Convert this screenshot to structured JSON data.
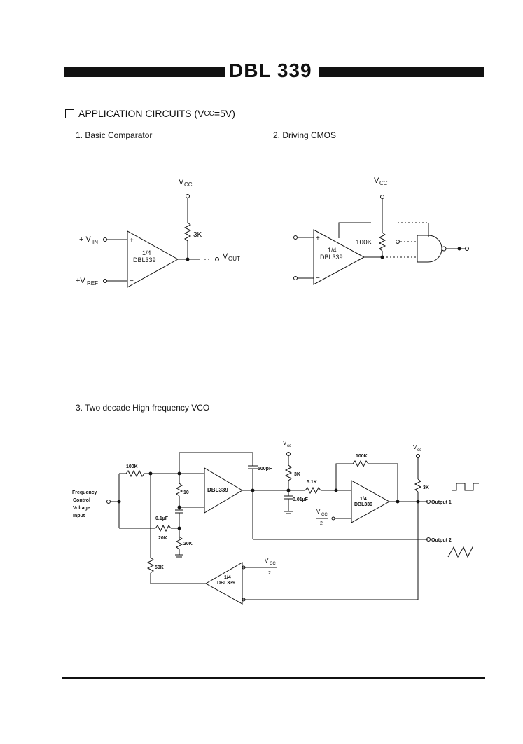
{
  "header": {
    "title": "DBL 339"
  },
  "section": {
    "title": "APPLICATION CIRCUITS (V",
    "sub": "CC",
    "suffix": " =5V)"
  },
  "captions": {
    "c1": "1. Basic Comparator",
    "c2": "2. Driving CMOS",
    "c3": "3. Two decade High frequency VCO"
  },
  "circuit1": {
    "vcc": "V",
    "vcc_sub": "CC",
    "res": "3K",
    "chip1": "1/4",
    "chip2": "DBL339",
    "vin": "+ V",
    "vin_sub": "IN",
    "vref": "+V",
    "vref_sub": "REF",
    "vout": "V",
    "vout_sub": "OUT",
    "plus": "+",
    "minus": "−"
  },
  "circuit2": {
    "vcc": "V",
    "vcc_sub": "CC",
    "res": "100K",
    "chip1": "1/4",
    "chip2": "DBL339",
    "plus": "+",
    "minus": "−"
  },
  "circuit3": {
    "vcc_a": "V",
    "vcc_a_sub": "cc",
    "vcc_b": "V",
    "vcc_b_sub": "cc",
    "r100k_a": "100K",
    "r100k_b": "100K",
    "r10": "10",
    "c01": "0.1µF",
    "r20k_a": "20K",
    "r20k_b": "20K",
    "r50k": "50K",
    "c500": "500pF",
    "r3k_a": "3K",
    "r51k": "5.1K",
    "c001": "0.01µF",
    "r3k_b": "3K",
    "chip_a": "DBL339",
    "chip_b1": "1/4",
    "chip_b2": "DBL339",
    "chip_c1": "1/4",
    "chip_c2": "DBL339",
    "vcc_half": "V",
    "vcc_half_sub": "CC",
    "half": "2",
    "vcc_half2": "V",
    "vcc_half2_sub": "CC",
    "half2": "2",
    "in1": "Frequency",
    "in2": "Control",
    "in3": "Voltage",
    "in4": "Input",
    "out1": "Output 1",
    "out2": "Output 2"
  }
}
